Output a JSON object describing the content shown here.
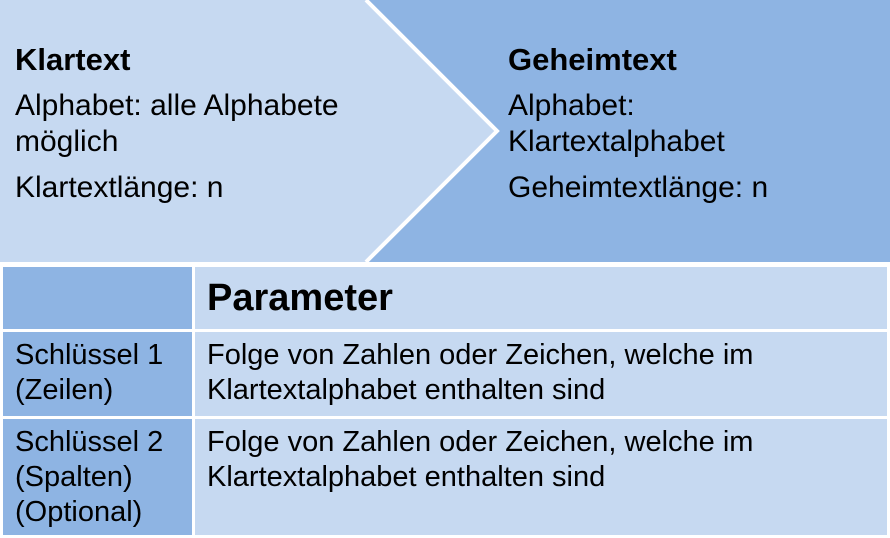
{
  "colors": {
    "light_fill": "#c6d9f1",
    "dark_fill": "#8eb4e3",
    "separator": "#ffffff"
  },
  "plaintext_box": {
    "title": "Klartext",
    "alphabet_lines": [
      "Alphabet: alle Alphabete",
      "möglich"
    ],
    "length": "Klartextlänge: n"
  },
  "ciphertext_box": {
    "title": "Geheimtext",
    "alphabet_lines": [
      "Alphabet:",
      "Klartextalphabet"
    ],
    "length": "Geheimtextlänge: n"
  },
  "parameters": {
    "header": "Parameter",
    "rows": [
      {
        "label_lines": [
          "Schlüssel 1",
          "(Zeilen)"
        ],
        "value_lines": [
          "Folge von Zahlen oder Zeichen, welche im",
          "Klartextalphabet enthalten sind"
        ]
      },
      {
        "label_lines": [
          "Schlüssel 2",
          "(Spalten)",
          "(Optional)"
        ],
        "value_lines": [
          "Folge von Zahlen oder Zeichen, welche im",
          "Klartextalphabet enthalten sind"
        ]
      }
    ]
  }
}
